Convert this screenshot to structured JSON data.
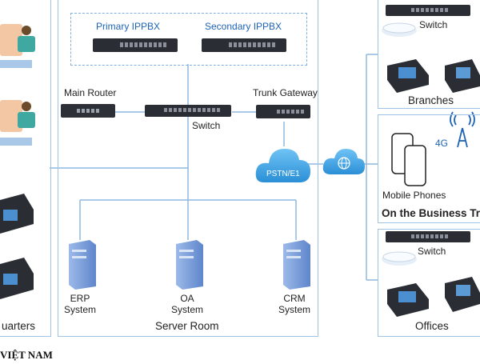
{
  "server_room": {
    "title": "Server Room",
    "primary_ippbx": "Primary IPPBX",
    "secondary_ippbx": "Secondary IPPBX",
    "main_router": "Main Router",
    "trunk_gateway": "Trunk Gateway",
    "switch": "Switch",
    "pstn": "PSTN/E1",
    "erp": [
      "ERP",
      "System"
    ],
    "oa": [
      "OA",
      "System"
    ],
    "crm": [
      "CRM",
      "System"
    ]
  },
  "headquarters": {
    "title": "uarters"
  },
  "branches": {
    "title": "Branches",
    "switch": "Switch"
  },
  "business_trip": {
    "title": "On the Business Trip",
    "mobile": "Mobile Phones",
    "network": "4G"
  },
  "offices": {
    "title": "Offices",
    "switch": "Switch"
  },
  "footer": {
    "text": "VIỆT NAM"
  },
  "colors": {
    "accent": "#1e63b5",
    "line": "#8fb8e0",
    "device": "#2a2d33",
    "cloud": "#4aa8e8"
  }
}
